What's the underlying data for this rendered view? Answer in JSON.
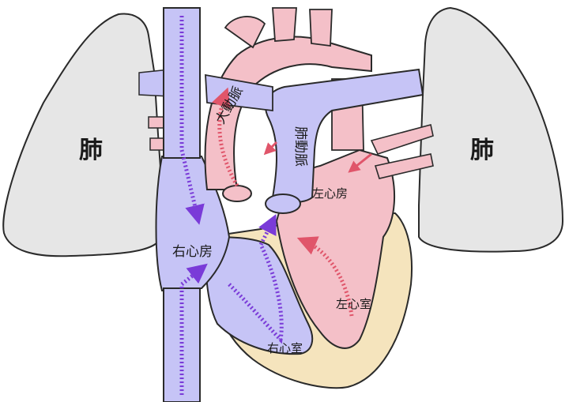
{
  "diagram": {
    "labels": {
      "lung_left": "肺",
      "lung_right": "肺",
      "aorta": "大動脈",
      "pulmonary_artery": "肺動脈",
      "left_atrium": "左心房",
      "right_atrium": "右心房",
      "left_ventricle": "左心室",
      "right_ventricle": "右心室"
    },
    "colors": {
      "lung": "#e6e6e6",
      "venous_blue": "#c6c4f6",
      "venous_arrow": "#7a3bd8",
      "arterial_pink": "#f4c0c8",
      "arterial_arrow": "#e0556a",
      "myocardium": "#f5e4bd",
      "outline": "#2a2a2a"
    }
  }
}
